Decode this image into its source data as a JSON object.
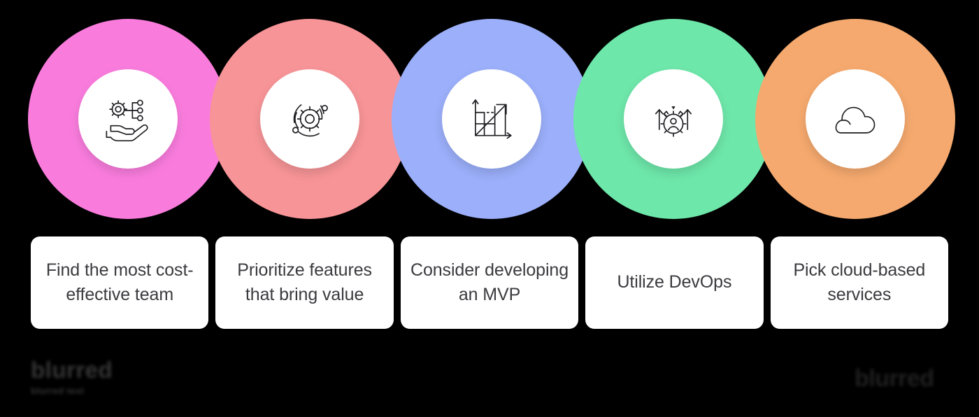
{
  "background_color": "#000000",
  "steps": [
    {
      "color": "#F97CDD",
      "icon": "hand-holding-gear-network-icon",
      "label": "Find the most cost-effective team"
    },
    {
      "color": "#F79497",
      "icon": "gear-orbit-icon",
      "label": "Prioritize features that bring value"
    },
    {
      "color": "#9BAFFA",
      "icon": "growth-chart-arrow-icon",
      "label": "Consider developing an MVP"
    },
    {
      "color": "#6EE7AA",
      "icon": "gear-person-arrows-icon",
      "label": "Utilize DevOps"
    },
    {
      "color": "#F5A96E",
      "icon": "cloud-icon",
      "label": "Pick cloud-based services"
    }
  ],
  "card_style": {
    "background": "#FFFFFF",
    "text_color": "#3B3B3F"
  },
  "watermark_left": {
    "main": "blurred",
    "sub": "blurred text"
  },
  "watermark_right": {
    "main": "blurred"
  }
}
